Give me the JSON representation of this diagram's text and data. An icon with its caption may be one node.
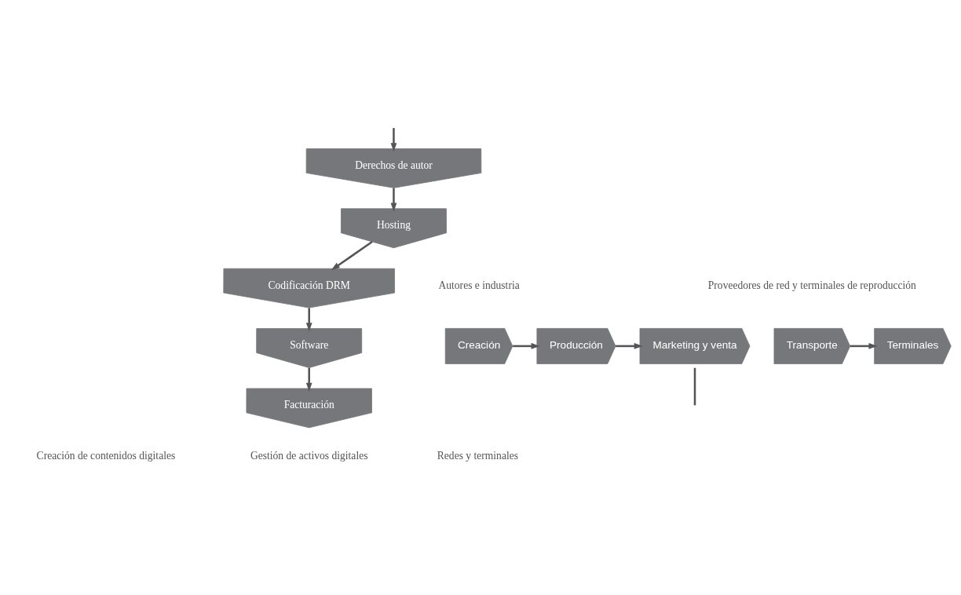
{
  "diagram": {
    "nodes": [
      {
        "text": [
          "Creación"
        ]
      },
      {
        "text": [
          "Producción"
        ]
      },
      {
        "text": [
          "Marketing y venta"
        ]
      },
      {
        "text": [
          "Derechos de autor"
        ]
      },
      {
        "text": [
          "Hosting"
        ]
      },
      {
        "text": [
          "Codificación DRM"
        ]
      },
      {
        "text": [
          "Software"
        ]
      },
      {
        "text": [
          "Facturación"
        ]
      },
      {
        "text": [
          "Transporte"
        ]
      },
      {
        "text": [
          "Terminales"
        ]
      }
    ],
    "edges": [
      {
        "from": 0,
        "to": 1,
        "arrow": "to"
      },
      {
        "from": 1,
        "to": 2,
        "arrow": "to"
      },
      {
        "from": 2,
        "to": null,
        "arrow": "none"
      },
      {
        "from": null,
        "to": 3,
        "arrow": "to"
      },
      {
        "from": 3,
        "to": 4,
        "arrow": "to"
      },
      {
        "from": 4,
        "to": 5,
        "arrow": "to"
      },
      {
        "from": 5,
        "to": 6,
        "arrow": "to"
      },
      {
        "from": 6,
        "to": 7,
        "arrow": "to"
      },
      {
        "from": 8,
        "to": 9,
        "arrow": "to"
      }
    ],
    "labels": [
      "Autores e industria",
      "Proveedores de red y terminales de reproducción",
      "Creación de contenidos digitales",
      "Gestión de activos digitales",
      "Redes y terminales"
    ]
  }
}
